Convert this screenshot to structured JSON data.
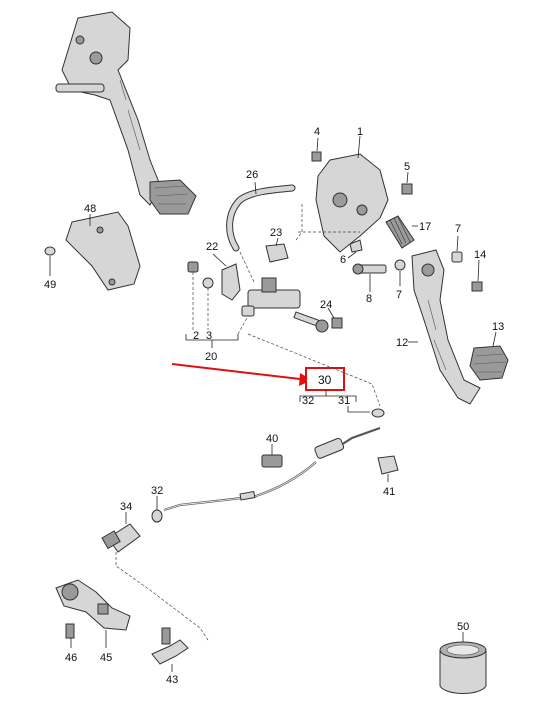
{
  "highlight_color": "#e01010",
  "part_numbers": {
    "p1": "1",
    "p2": "2",
    "p3": "3",
    "p4": "4",
    "p5": "5",
    "p6": "6",
    "p7a": "7",
    "p7b": "7",
    "p8": "8",
    "p12": "12",
    "p13": "13",
    "p14": "14",
    "p17": "17",
    "p20": "20",
    "p22": "22",
    "p23": "23",
    "p24": "24",
    "p26": "26",
    "p30": "30",
    "p31": "31",
    "p32a": "32",
    "p32b": "32",
    "p34": "34",
    "p40": "40",
    "p41": "41",
    "p43": "43",
    "p45": "45",
    "p46": "46",
    "p48": "48",
    "p49": "49",
    "p50": "50"
  }
}
